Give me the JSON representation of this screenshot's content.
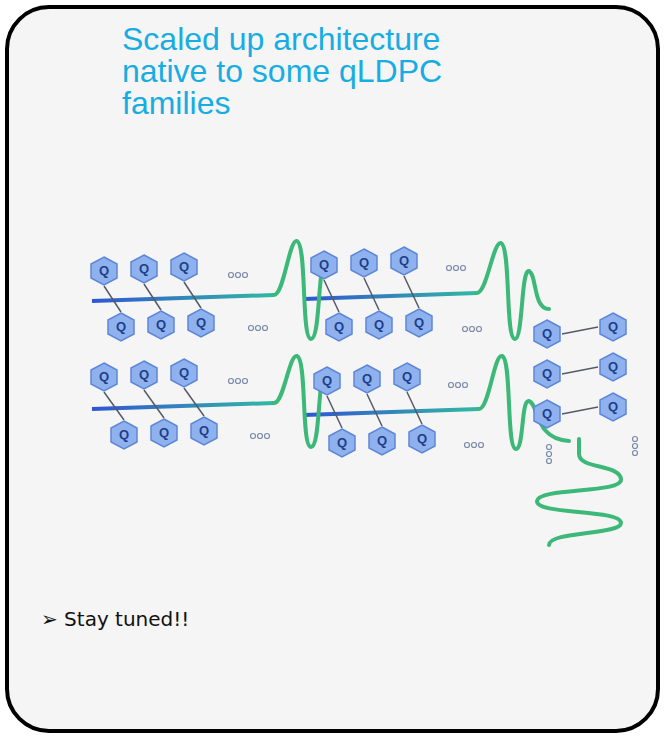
{
  "diagram": {
    "nodes": [
      {
        "text": [
          "Scaled up architecture native to some qLDPC families",
          "➢ Stay tuned!!"
        ]
      },
      {
        "text": [
          "Q"
        ],
        "in": 0
      },
      {
        "text": [
          "Q"
        ],
        "in": 0
      },
      {
        "text": [
          "Q"
        ],
        "in": 0
      },
      {
        "text": [
          "Q"
        ],
        "in": 0
      },
      {
        "text": [
          "Q"
        ],
        "in": 0
      },
      {
        "text": [
          "Q"
        ],
        "in": 0
      },
      {
        "text": [
          "Q"
        ],
        "in": 0
      },
      {
        "text": [
          "Q"
        ],
        "in": 0
      },
      {
        "text": [
          "Q"
        ],
        "in": 0
      },
      {
        "text": [
          "Q"
        ],
        "in": 0
      },
      {
        "text": [
          "Q"
        ],
        "in": 0
      },
      {
        "text": [
          "Q"
        ],
        "in": 0
      },
      {
        "text": [
          "Q"
        ],
        "in": 0
      },
      {
        "text": [
          "Q"
        ],
        "in": 0
      },
      {
        "text": [
          "Q"
        ],
        "in": 0
      },
      {
        "text": [
          "Q"
        ],
        "in": 0
      },
      {
        "text": [
          "Q"
        ],
        "in": 0
      },
      {
        "text": [
          "Q"
        ],
        "in": 0
      },
      {
        "text": [
          "Q"
        ],
        "in": 0
      },
      {
        "text": [
          "Q"
        ],
        "in": 0
      },
      {
        "text": [
          "Q"
        ],
        "in": 0
      },
      {
        "text": [
          "Q"
        ],
        "in": 0
      },
      {
        "text": [
          "Q"
        ],
        "in": 0
      },
      {
        "text": [
          "Q"
        ],
        "in": 0
      },
      {
        "text": [
          "Q"
        ],
        "in": 0
      },
      {
        "text": [
          "Q"
        ],
        "in": 0
      },
      {
        "text": [
          "Q"
        ],
        "in": 0
      },
      {
        "text": [
          "Q"
        ],
        "in": 0
      },
      {
        "text": [
          "Q"
        ],
        "in": 0
      },
      {
        "text": [
          "Q"
        ],
        "in": 0
      }
    ],
    "edges": [
      {
        "from": 1,
        "to": 4,
        "arrow": "none"
      },
      {
        "from": 2,
        "to": 5,
        "arrow": "none"
      },
      {
        "from": 3,
        "to": 6,
        "arrow": "none"
      },
      {
        "from": 7,
        "to": 10,
        "arrow": "none"
      },
      {
        "from": 8,
        "to": 11,
        "arrow": "none"
      },
      {
        "from": 9,
        "to": 12,
        "arrow": "none"
      },
      {
        "from": 13,
        "to": 16,
        "arrow": "none"
      },
      {
        "from": 14,
        "to": 17,
        "arrow": "none"
      },
      {
        "from": 15,
        "to": 18,
        "arrow": "none"
      },
      {
        "from": 19,
        "to": 22,
        "arrow": "none"
      },
      {
        "from": 20,
        "to": 23,
        "arrow": "none"
      },
      {
        "from": 21,
        "to": 24,
        "arrow": "none"
      },
      {
        "from": 25,
        "to": 28,
        "arrow": "none"
      },
      {
        "from": 26,
        "to": 29,
        "arrow": "none"
      },
      {
        "from": 27,
        "to": 30,
        "arrow": "none"
      }
    ]
  }
}
